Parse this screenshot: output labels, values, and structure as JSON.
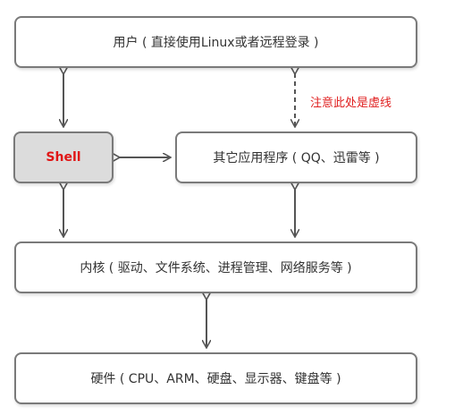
{
  "boxes": {
    "users": "用户 ( 直接使用Linux或者远程登录 )",
    "shell": "Shell",
    "apps": "其它应用程序 ( QQ、迅雷等 )",
    "kernel": "内核 ( 驱动、文件系统、进程管理、网络服务等 )",
    "hardware": "硬件 ( CPU、ARM、硬盘、显示器、键盘等 )"
  },
  "note": "注意此处是虚线",
  "colors": {
    "note": "#e02020",
    "shell_text": "#e01515",
    "shell_fill": "#dcdcdc",
    "border": "#7a7a7a",
    "arrow": "#555555"
  }
}
